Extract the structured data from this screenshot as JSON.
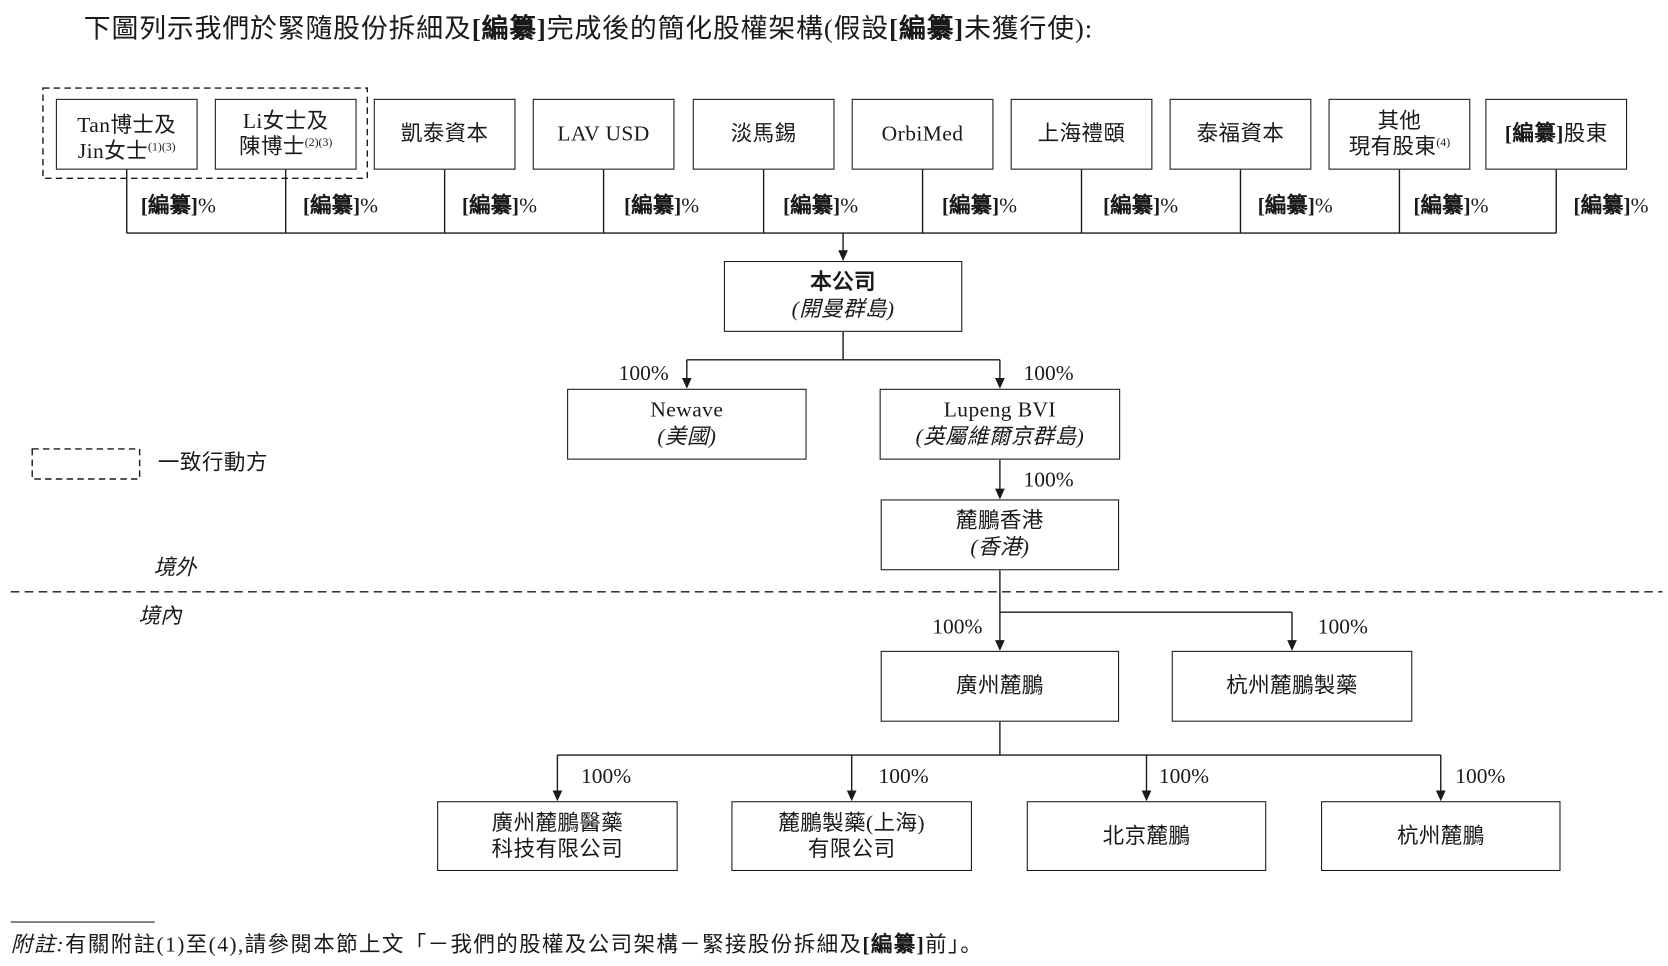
{
  "title": "下圖列示我們於緊隨股份拆細及[編纂]完成後的簡化股權架構(假設[編纂]未獲行使):",
  "shareholders": [
    {
      "name_lines": [
        "Tan博士及",
        "Jin女士"
      ],
      "note_refs": "(1)(3)",
      "stake": "[編纂]%"
    },
    {
      "name_lines": [
        "Li女士及",
        "陳博士"
      ],
      "note_refs": "(2)(3)",
      "stake": "[編纂]%"
    },
    {
      "name_lines": [
        "凱泰資本"
      ],
      "stake": "[編纂]%"
    },
    {
      "name_lines": [
        "LAV USD"
      ],
      "stake": "[編纂]%"
    },
    {
      "name_lines": [
        "淡馬錫"
      ],
      "stake": "[編纂]%"
    },
    {
      "name_lines": [
        "OrbiMed"
      ],
      "stake": "[編纂]%"
    },
    {
      "name_lines": [
        "上海禮頤"
      ],
      "stake": "[編纂]%"
    },
    {
      "name_lines": [
        "泰福資本"
      ],
      "stake": "[編纂]%"
    },
    {
      "name_lines": [
        "其他",
        "現有股東"
      ],
      "note_refs": "(4)",
      "stake": "[編纂]%"
    },
    {
      "name_lines": [
        "[編纂]股東"
      ],
      "stake": "[編纂]%"
    }
  ],
  "company": {
    "name": "本公司",
    "jurisdiction": "(開曼群島)"
  },
  "subsidiaries": {
    "newave": {
      "name": "Newave",
      "jurisdiction": "(美國)",
      "stake": "100%"
    },
    "lupeng_bvi": {
      "name": "Lupeng BVI",
      "jurisdiction": "(英屬維爾京群島)",
      "stake": "100%"
    },
    "lupeng_hk": {
      "name": "麓鵬香港",
      "jurisdiction": "(香港)",
      "stake": "100%"
    },
    "guangzhou_lupeng": {
      "name": "廣州麓鵬",
      "stake": "100%"
    },
    "hangzhou_lupeng_pharma": {
      "name": "杭州麓鵬製藥",
      "stake": "100%"
    },
    "guangzhou_lupeng_medtech": {
      "name_lines": [
        "廣州麓鵬醫藥",
        "科技有限公司"
      ],
      "stake": "100%"
    },
    "lupeng_pharma_shanghai": {
      "name_lines": [
        "麓鵬製藥(上海)",
        "有限公司"
      ],
      "stake": "100%"
    },
    "beijing_lupeng": {
      "name": "北京麓鵬",
      "stake": "100%"
    },
    "hangzhou_lupeng": {
      "name": "杭州麓鵬",
      "stake": "100%"
    }
  },
  "regions": {
    "offshore": "境外",
    "onshore": "境內"
  },
  "legend": {
    "acting_in_concert": "一致行動方"
  },
  "footnote": {
    "label": "附註:",
    "text": "有關附註(1)至(4),請參閱本節上文「－我們的股權及公司架構－緊接股份拆細及[編纂]前」。"
  }
}
